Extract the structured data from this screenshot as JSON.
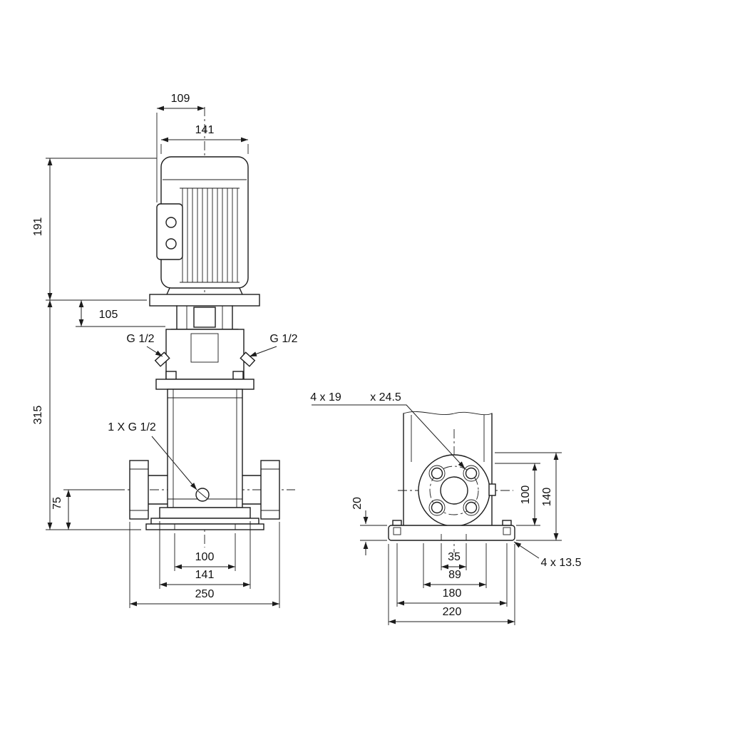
{
  "drawing": {
    "background": "#ffffff",
    "line_color": "#1c1c1c",
    "views": [
      "front elevation",
      "side base view"
    ]
  },
  "front_view": {
    "labels": {
      "dim_109": "109",
      "dim_141_motor": "141",
      "dim_191": "191",
      "dim_105": "105",
      "dim_315": "315",
      "dim_75": "75",
      "plug_left": "G 1/2",
      "plug_right": "G 1/2",
      "drain": "1 X G 1/2",
      "dim_100": "100",
      "dim_141_flange": "141",
      "dim_250": "250"
    }
  },
  "side_view": {
    "labels": {
      "flange_holes": "4 x 19",
      "counterbore": "x 24.5",
      "dim_20": "20",
      "dim_100": "100",
      "dim_140": "140",
      "dim_35": "35",
      "dim_89": "89",
      "dim_180": "180",
      "dim_220": "220",
      "base_holes": "4 x 13.5"
    }
  }
}
